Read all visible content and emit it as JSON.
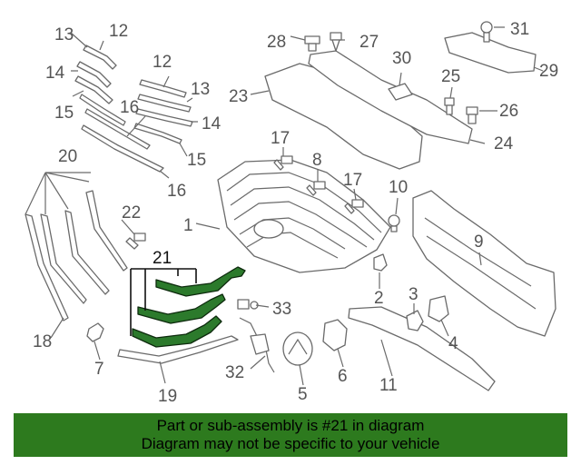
{
  "callouts": {
    "c1": "1",
    "c2": "2",
    "c3": "3",
    "c4": "4",
    "c5": "5",
    "c6": "6",
    "c7": "7",
    "c8": "8",
    "c9": "9",
    "c10": "10",
    "c11": "11",
    "c12a": "12",
    "c12b": "12",
    "c13a": "13",
    "c13b": "13",
    "c14a": "14",
    "c14b": "14",
    "c15a": "15",
    "c15b": "15",
    "c16a": "16",
    "c16b": "16",
    "c17a": "17",
    "c17b": "17",
    "c18": "18",
    "c19": "19",
    "c20": "20",
    "c21": "21",
    "c22": "22",
    "c23": "23",
    "c24": "24",
    "c25": "25",
    "c26": "26",
    "c27": "27",
    "c28": "28",
    "c29": "29",
    "c30": "30",
    "c31": "31",
    "c32": "32",
    "c33": "33"
  },
  "highlight_color": "#2c7a2c",
  "footer": {
    "line1": "Part or sub-assembly is #21 in diagram",
    "line2": "Diagram may not be specific to your vehicle",
    "background": "#2d7a1e"
  }
}
